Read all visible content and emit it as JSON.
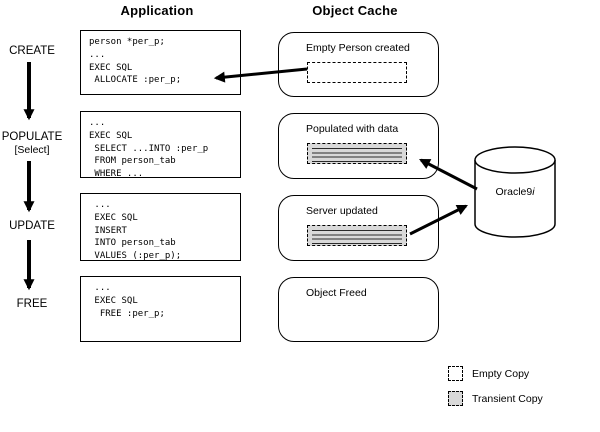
{
  "headers": {
    "application": "Application",
    "object_cache": "Object Cache"
  },
  "lifecycle": [
    {
      "label": "CREATE",
      "sublabel": ""
    },
    {
      "label": "POPULATE",
      "sublabel": "[Select]"
    },
    {
      "label": "UPDATE",
      "sublabel": ""
    },
    {
      "label": "FREE",
      "sublabel": ""
    }
  ],
  "code_boxes": [
    {
      "code": "person *per_p;\n...\nEXEC SQL\n ALLOCATE :per_p;"
    },
    {
      "code": "...\nEXEC SQL\n SELECT ...INTO :per_p\n FROM person_tab\n WHERE ..."
    },
    {
      "code": " ...\n EXEC SQL\n INSERT\n INTO person_tab\n VALUES (:per_p);"
    },
    {
      "code": " ...\n EXEC SQL\n  FREE :per_p;"
    }
  ],
  "cache_boxes": [
    {
      "label": "Empty Person created",
      "copy": "empty"
    },
    {
      "label": "Populated with data",
      "copy": "transient"
    },
    {
      "label": "Server updated",
      "copy": "transient"
    },
    {
      "label": "Object Freed",
      "copy": "none"
    }
  ],
  "database": {
    "name": "Oracle9",
    "suffix": "i"
  },
  "legend": [
    {
      "label": "Empty Copy"
    },
    {
      "label": "Transient Copy"
    }
  ],
  "colors": {
    "line": "#000000",
    "transient_fill": "#d9d9d9",
    "background": "#ffffff"
  }
}
